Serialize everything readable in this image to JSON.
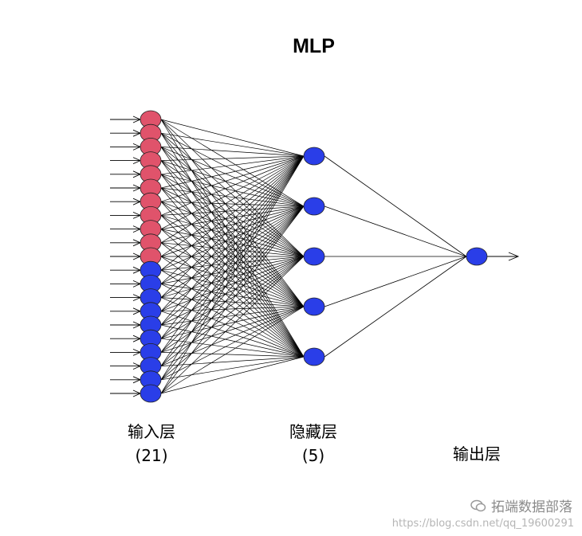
{
  "title": "MLP",
  "layers": {
    "input": {
      "name": "输入层",
      "count_label": "(21)",
      "red_nodes": 11,
      "blue_nodes": 10
    },
    "hidden": {
      "name": "隐藏层",
      "count_label": "(5)",
      "nodes": 5
    },
    "output": {
      "name": "输出层",
      "nodes": 1
    }
  },
  "colors": {
    "red": "#e0536b",
    "blue": "#2a3ee8",
    "line": "#000000"
  },
  "watermark": {
    "url": "https://blog.csdn.net/qq_19600291",
    "brand": "拓端数据部落",
    "brand_icon": "wechat-icon"
  }
}
